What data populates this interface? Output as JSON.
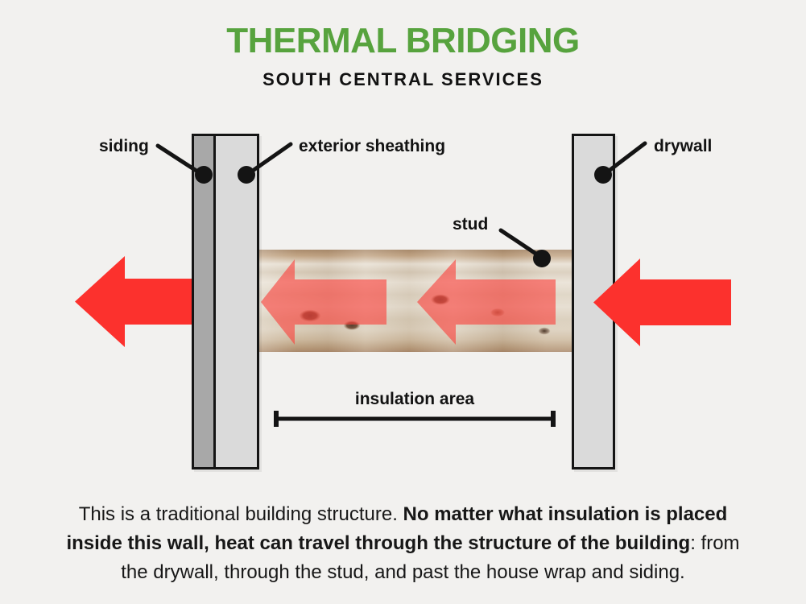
{
  "header": {
    "title": "THERMAL BRIDGING",
    "subtitle": "SOUTH CENTRAL SERVICES"
  },
  "diagram": {
    "labels": {
      "siding": "siding",
      "exterior_sheathing": "exterior sheathing",
      "stud": "stud",
      "drywall": "drywall",
      "insulation_area": "insulation area"
    },
    "icons": {
      "heat_arrows": [
        "heat-arrow-exterior",
        "heat-arrow-stud-left",
        "heat-arrow-stud-right",
        "heat-arrow-interior"
      ],
      "callout_dots": [
        "siding-dot",
        "sheathing-dot",
        "stud-dot",
        "drywall-dot"
      ],
      "measure_bracket": "insulation-measure-bracket"
    },
    "colors": {
      "background": "#f2f1ef",
      "accent_green": "#57a33e",
      "heat_red": "#fc312d",
      "heat_red_translucent": "rgba(250,65,60,0.62)",
      "siding_gray": "#a8a8a8",
      "panel_gray": "#dadada",
      "outline_black": "#141414",
      "wood_base": "#dcd2c2"
    }
  },
  "caption": {
    "line1_normal": "This is a traditional building structure. ",
    "line1_bold": "No matter what insulation is placed",
    "line2_bold": "inside this wall, heat can travel through the structure of the building",
    "line2_normal": ": from",
    "line3_normal": "the drywall, through the stud, and past the house wrap and siding."
  }
}
